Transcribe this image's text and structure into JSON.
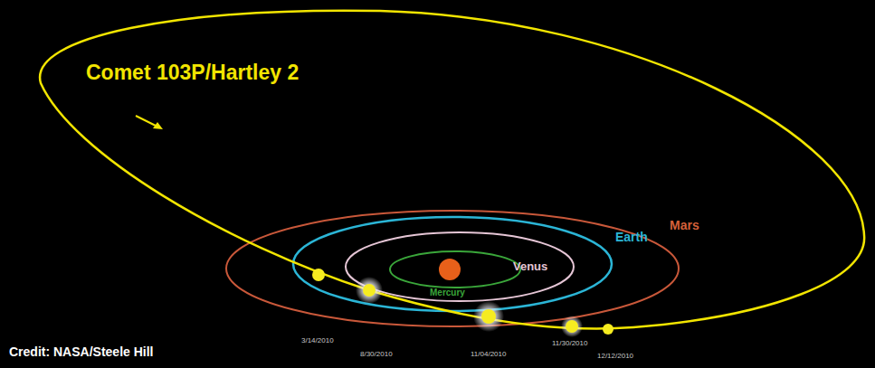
{
  "diagram": {
    "labels": [
      "Comet 103P/Hartley 2",
      "Mars",
      "Earth",
      "Venus",
      "Mercury",
      "3/14/2010",
      "8/30/2010",
      "11/04/2010",
      "11/30/2010",
      "12/12/2010",
      "Credit: NASA/Steele Hill"
    ]
  }
}
